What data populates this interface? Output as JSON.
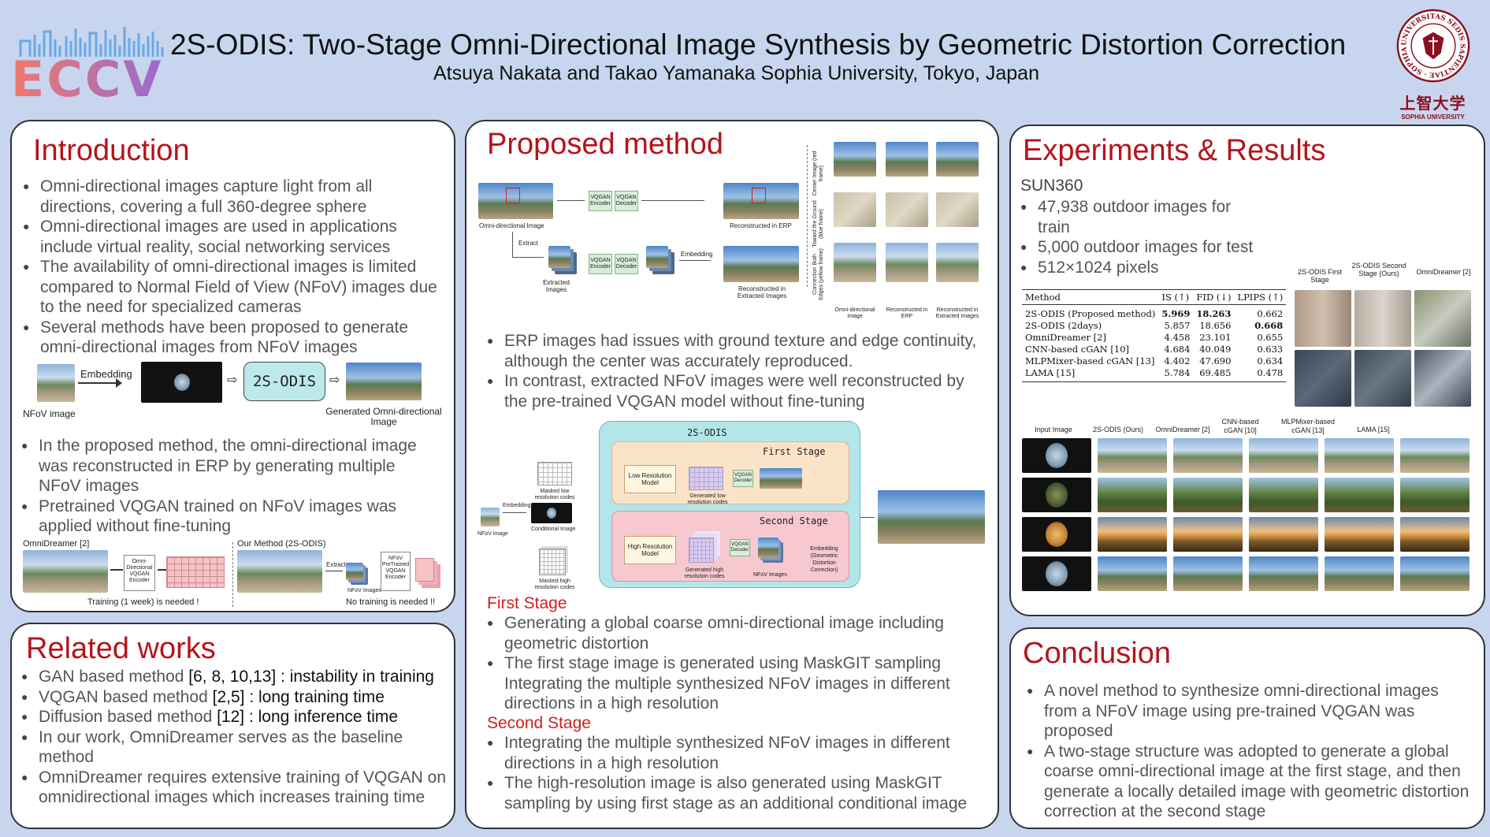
{
  "header": {
    "logo_text": "ECCV",
    "title": "2S-ODIS: Two-Stage Omni-Directional Image Synthesis by Geometric Distortion Correction",
    "authors": "Atsuya Nakata and Takao Yamanaka  Sophia University, Tokyo, Japan",
    "university_seal_text": "UNIVERSITAS SEDIS SAPIENTIAE · SOPHIA ·",
    "university_kanji": "上智大学",
    "university_name": "SOPHIA UNIVERSITY"
  },
  "introduction": {
    "title": "Introduction",
    "bullets": [
      "Omni-directional images capture light from all directions, covering a full 360-degree sphere",
      "Omni-directional images are used in applications include virtual reality, social networking services",
      "The availability of omni-directional images is limited compared to Normal Field of View (NFoV) images due to the need for specialized cameras",
      "Several methods have been proposed to generate omni-directional images from NFoV images"
    ],
    "diagram": {
      "nfov_label": "NFoV image",
      "embedding_label": "Embedding",
      "model_label": "2S-ODIS",
      "generated_label": "Generated Omni-directional Image"
    },
    "bullets2": [
      "In the proposed method, the omni-directional image was reconstructed in ERP by generating multiple NFoV images",
      "Pretrained VQGAN trained on NFoV images was applied without fine-tuning"
    ],
    "comparison": {
      "left_title": "OmniDreamer [2]",
      "left_encoder": "Omni-Directional VQGAN Encoder",
      "left_note": "Training (1 week) is needed !",
      "right_title": "Our Method (2S-ODIS)",
      "right_extract": "Extract",
      "right_nfov": "NFoV Images",
      "right_encoder": "NFoV PreTrained VQGAN Encoder",
      "right_note": "No training is needed !!"
    }
  },
  "related": {
    "title": "Related works",
    "items": [
      {
        "a": "GAN based method ",
        "b": "[6, 8, 10,13]",
        "c": " : instability in training"
      },
      {
        "a": "VQGAN based method ",
        "b": "[2,5]",
        "c": " : long training time"
      },
      {
        "a": "Diffusion based method ",
        "b": "[12]",
        "c": " : long inference time"
      }
    ],
    "bullets": [
      "In our work, OmniDreamer serves as the baseline method",
      "OmniDreamer requires extensive training of VQGAN on omnidirectional images which increases training time"
    ]
  },
  "proposed": {
    "title": "Proposed method",
    "fig1": {
      "odi_label": "Omni-directional Image",
      "encoder": "VQGAN Encoder",
      "decoder": "VQGAN Decoder",
      "recon_erp": "Reconstructed in ERP",
      "extract": "Extract",
      "extracted_images": "Extracted Images",
      "embedding": "Embedding",
      "recon_extracted": "Reconstructed in Extracted Images",
      "row_labels": [
        "Center Image (red frame)",
        "Toward the Ground (blue frame)",
        "Connection Both Edges (yellow frame)"
      ],
      "col_labels": [
        "Omni-directional Image",
        "Reconstructed in ERP",
        "Reconstructed in Extracted Images"
      ]
    },
    "bullets": [
      "ERP images had issues with ground texture and edge continuity, although the center was accurately reproduced.",
      "In contrast, extracted NFoV images were well reconstructed by the pre-trained VQGAN model without fine-tuning"
    ],
    "fig2": {
      "title": "2S-ODIS",
      "first_stage": "First Stage",
      "second_stage": "Second Stage",
      "low_model": "Low Resolution Model",
      "high_model": "High Resolution Model",
      "masked_low": "Masked low resolution codes",
      "masked_high": "Masked high resolution codes",
      "gen_low": "Generated low resolution codes",
      "gen_high": "Generated high resolution codes",
      "vqgan_decoder": "VQGAN Decoder",
      "conditional": "Conditional Image",
      "nfov_image": "NFoV image",
      "embedding": "Embedding",
      "nfov_images": "NFoV Images",
      "embedding_gdc": "Embedding (Geometric Distortion Correction)"
    },
    "first_stage_title": "First Stage",
    "first_stage_bullets": [
      "Generating a global coarse omni-directional image including geometric distortion",
      "The first stage image is generated using MaskGIT sampling Integrating the multiple synthesized NFoV images in different directions in a high resolution"
    ],
    "second_stage_title": "Second Stage",
    "second_stage_bullets": [
      "Integrating the multiple synthesized NFoV images in different directions in a high resolution",
      "The high-resolution image is also generated using MaskGIT sampling by using first stage as an additional conditional image"
    ]
  },
  "experiments": {
    "title": "Experiments & Results",
    "dataset": "SUN360",
    "bullets": [
      "47,938 outdoor images for train",
      "5,000 outdoor images for test",
      "512×1024 pixels"
    ],
    "table": {
      "headers": [
        "Method",
        "IS (↑)",
        "FID (↓)",
        "LPIPS (↑)"
      ],
      "rows": [
        [
          "2S-ODIS (Proposed method)",
          "5.969",
          "18.263",
          "0.662"
        ],
        [
          "2S-ODIS (2days)",
          "5.857",
          "18.656",
          "0.668"
        ],
        [
          "OmniDreamer [2]",
          "4.458",
          "23.101",
          "0.655"
        ],
        [
          "CNN-based cGAN [10]",
          "4.684",
          "40.049",
          "0.633"
        ],
        [
          "MLPMixer-based cGAN [13]",
          "4.402",
          "47.690",
          "0.634"
        ],
        [
          "LAMA [15]",
          "5.784",
          "69.485",
          "0.478"
        ]
      ]
    },
    "crop_headers": [
      "2S-ODIS First Stage",
      "2S-ODIS Second Stage (Ours)",
      "OmniDreamer [2]"
    ],
    "grid_headers": [
      "Input Image",
      "2S-ODIS (Ours)",
      "OmniDreamer [2]",
      "CNN-based cGAN [10]",
      "MLPMixer-based cGAN [13]",
      "LAMA [15]"
    ]
  },
  "conclusion": {
    "title": "Conclusion",
    "bullets": [
      "A novel method to synthesize omni-directional images from a NFoV image using pre-trained VQGAN was proposed",
      "A two-stage structure was adopted to generate a global coarse omni-directional image at the first stage, and then generate a locally detailed image with geometric distortion correction at the second stage"
    ]
  }
}
